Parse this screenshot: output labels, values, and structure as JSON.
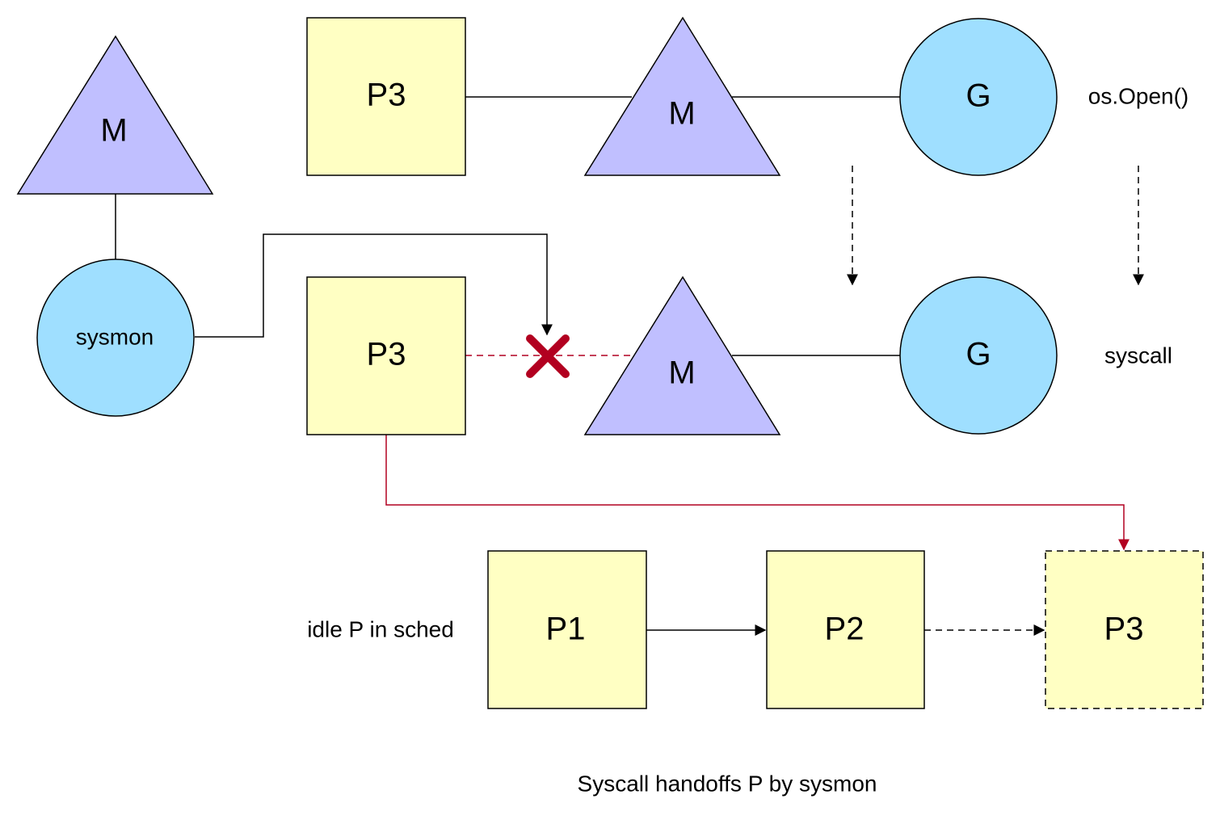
{
  "diagram": {
    "caption": "Syscall handoffs P by sysmon",
    "colors": {
      "processor_fill": "#ffffc3",
      "machine_fill": "#c0bfff",
      "goroutine_fill": "#9fdfff",
      "handoff_red": "#b20020",
      "stroke": "#000000"
    },
    "nodes": {
      "sysmon_m": "M",
      "sysmon": "sysmon",
      "top_p": "P3",
      "top_m": "M",
      "top_g": "G",
      "mid_p": "P3",
      "mid_m": "M",
      "mid_g": "G",
      "idle_p1": "P1",
      "idle_p2": "P2",
      "idle_p3": "P3"
    },
    "labels": {
      "os_open": "os.Open()",
      "syscall": "syscall",
      "idle_queue": "idle P in sched"
    },
    "edges": [
      {
        "from": "sysmon_m",
        "to": "sysmon",
        "style": "solid"
      },
      {
        "from": "top_p",
        "to": "top_m",
        "style": "solid"
      },
      {
        "from": "top_m",
        "to": "top_g",
        "style": "solid"
      },
      {
        "from": "top_m",
        "to": "mid_m",
        "style": "dashed-arrow"
      },
      {
        "from": "os_open",
        "to": "syscall",
        "style": "dashed-arrow"
      },
      {
        "from": "sysmon",
        "to": "mid_p-mid_m link",
        "style": "solid-arrow"
      },
      {
        "from": "mid_p",
        "to": "mid_m",
        "style": "red-dashed-cut"
      },
      {
        "from": "mid_m",
        "to": "mid_g",
        "style": "solid"
      },
      {
        "from": "mid_p",
        "to": "idle_p3",
        "style": "red-arrow"
      },
      {
        "from": "idle_p1",
        "to": "idle_p2",
        "style": "solid-arrow"
      },
      {
        "from": "idle_p2",
        "to": "idle_p3",
        "style": "dashed-arrow"
      }
    ]
  }
}
